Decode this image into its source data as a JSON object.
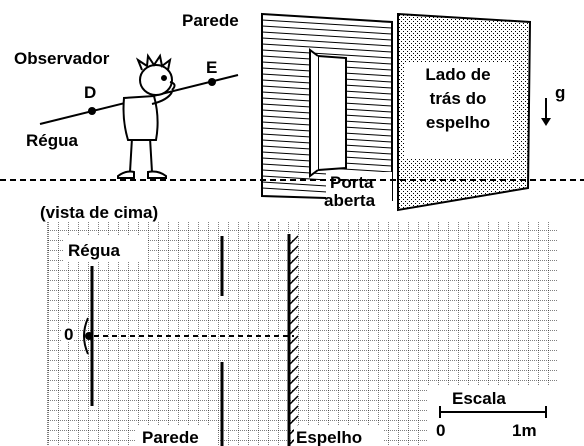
{
  "figure": {
    "top": {
      "observer_label": "Observador",
      "point_d": "D",
      "point_e": "E",
      "ruler_label": "Régua",
      "wall_label": "Parede",
      "door_label_line1": "Porta",
      "door_label_line2": "aberta",
      "mirror_back_line1": "Lado de",
      "mirror_back_line2": "trás do",
      "mirror_back_line3": "espelho",
      "gravity_label": "g"
    },
    "plan": {
      "view_label": "(vista de cima)",
      "ruler_label": "Régua",
      "zero_label": "0",
      "wall_label": "Parede",
      "mirror_label": "Espelho",
      "scale_title": "Escala",
      "scale_zero": "0",
      "scale_one": "1m"
    }
  }
}
